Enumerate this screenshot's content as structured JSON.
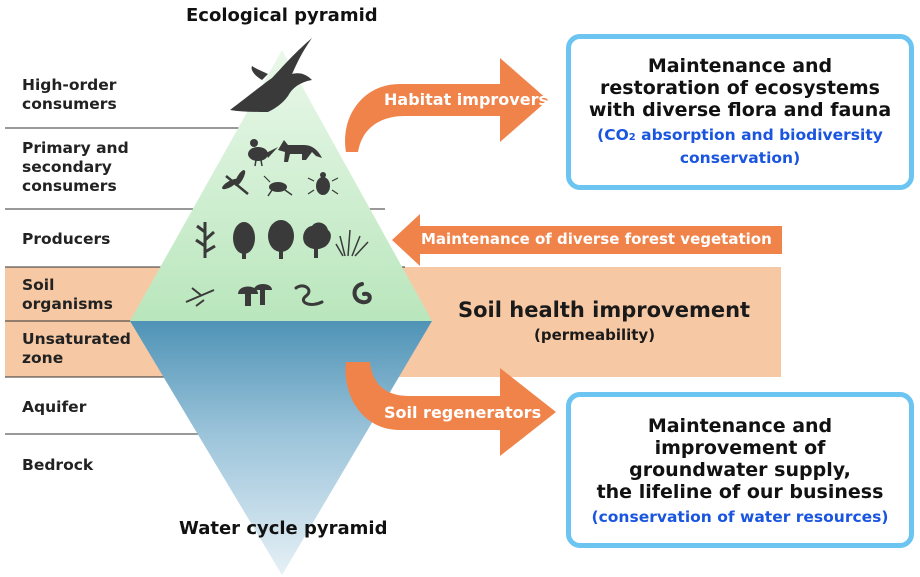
{
  "titles": {
    "ecological": "Ecological pyramid",
    "water": "Water cycle pyramid"
  },
  "layers": [
    {
      "line1": "High-order",
      "line2": "consumers",
      "line3": ""
    },
    {
      "line1": "Primary and",
      "line2": "secondary",
      "line3": "consumers"
    },
    {
      "line1": "Producers",
      "line2": "",
      "line3": ""
    },
    {
      "line1": "Soil",
      "line2": "organisms",
      "line3": ""
    },
    {
      "line1": "Unsaturated",
      "line2": "zone",
      "line3": ""
    },
    {
      "line1": "Aquifer",
      "line2": "",
      "line3": ""
    },
    {
      "line1": "Bedrock",
      "line2": "",
      "line3": ""
    }
  ],
  "arrows": {
    "habitat": "Habitat improvers",
    "vegetation": "Maintenance of diverse forest vegetation",
    "regenerators": "Soil regenerators"
  },
  "soil_health": {
    "title": "Soil health improvement",
    "sub": "(permeability)"
  },
  "box_ecosystems": {
    "line1": "Maintenance and",
    "line2": "restoration of ecosystems",
    "line3": "with diverse flora and fauna",
    "sub1_pre": "(CO",
    "sub1_subscript": "2",
    "sub1_post": " absorption and biodiversity",
    "sub2": "conservation)"
  },
  "box_groundwater": {
    "line1": "Maintenance and",
    "line2": "improvement of",
    "line3": "groundwater supply,",
    "line4": "the lifeline of our business",
    "sub": "(conservation of water resources)"
  },
  "icons": [
    "eagle-icon",
    "pheasant-icon",
    "fox-icon",
    "dragonfly-icon",
    "cricket-icon",
    "beetle-icon",
    "fern-icon",
    "conifer-tree-icon",
    "broadleaf-tree-icon",
    "oak-tree-icon",
    "grass-icon",
    "springtail-icon",
    "mushroom-icon",
    "earthworm-icon",
    "millipede-icon"
  ],
  "colors": {
    "arrow_orange": "#f0834a",
    "soil_band": "#f6c8a3",
    "box_border": "#6cc4f0",
    "blue_text": "#1a55e0",
    "ecological_green": "#c8ecc8",
    "water_blue": "#5b9bbc"
  }
}
